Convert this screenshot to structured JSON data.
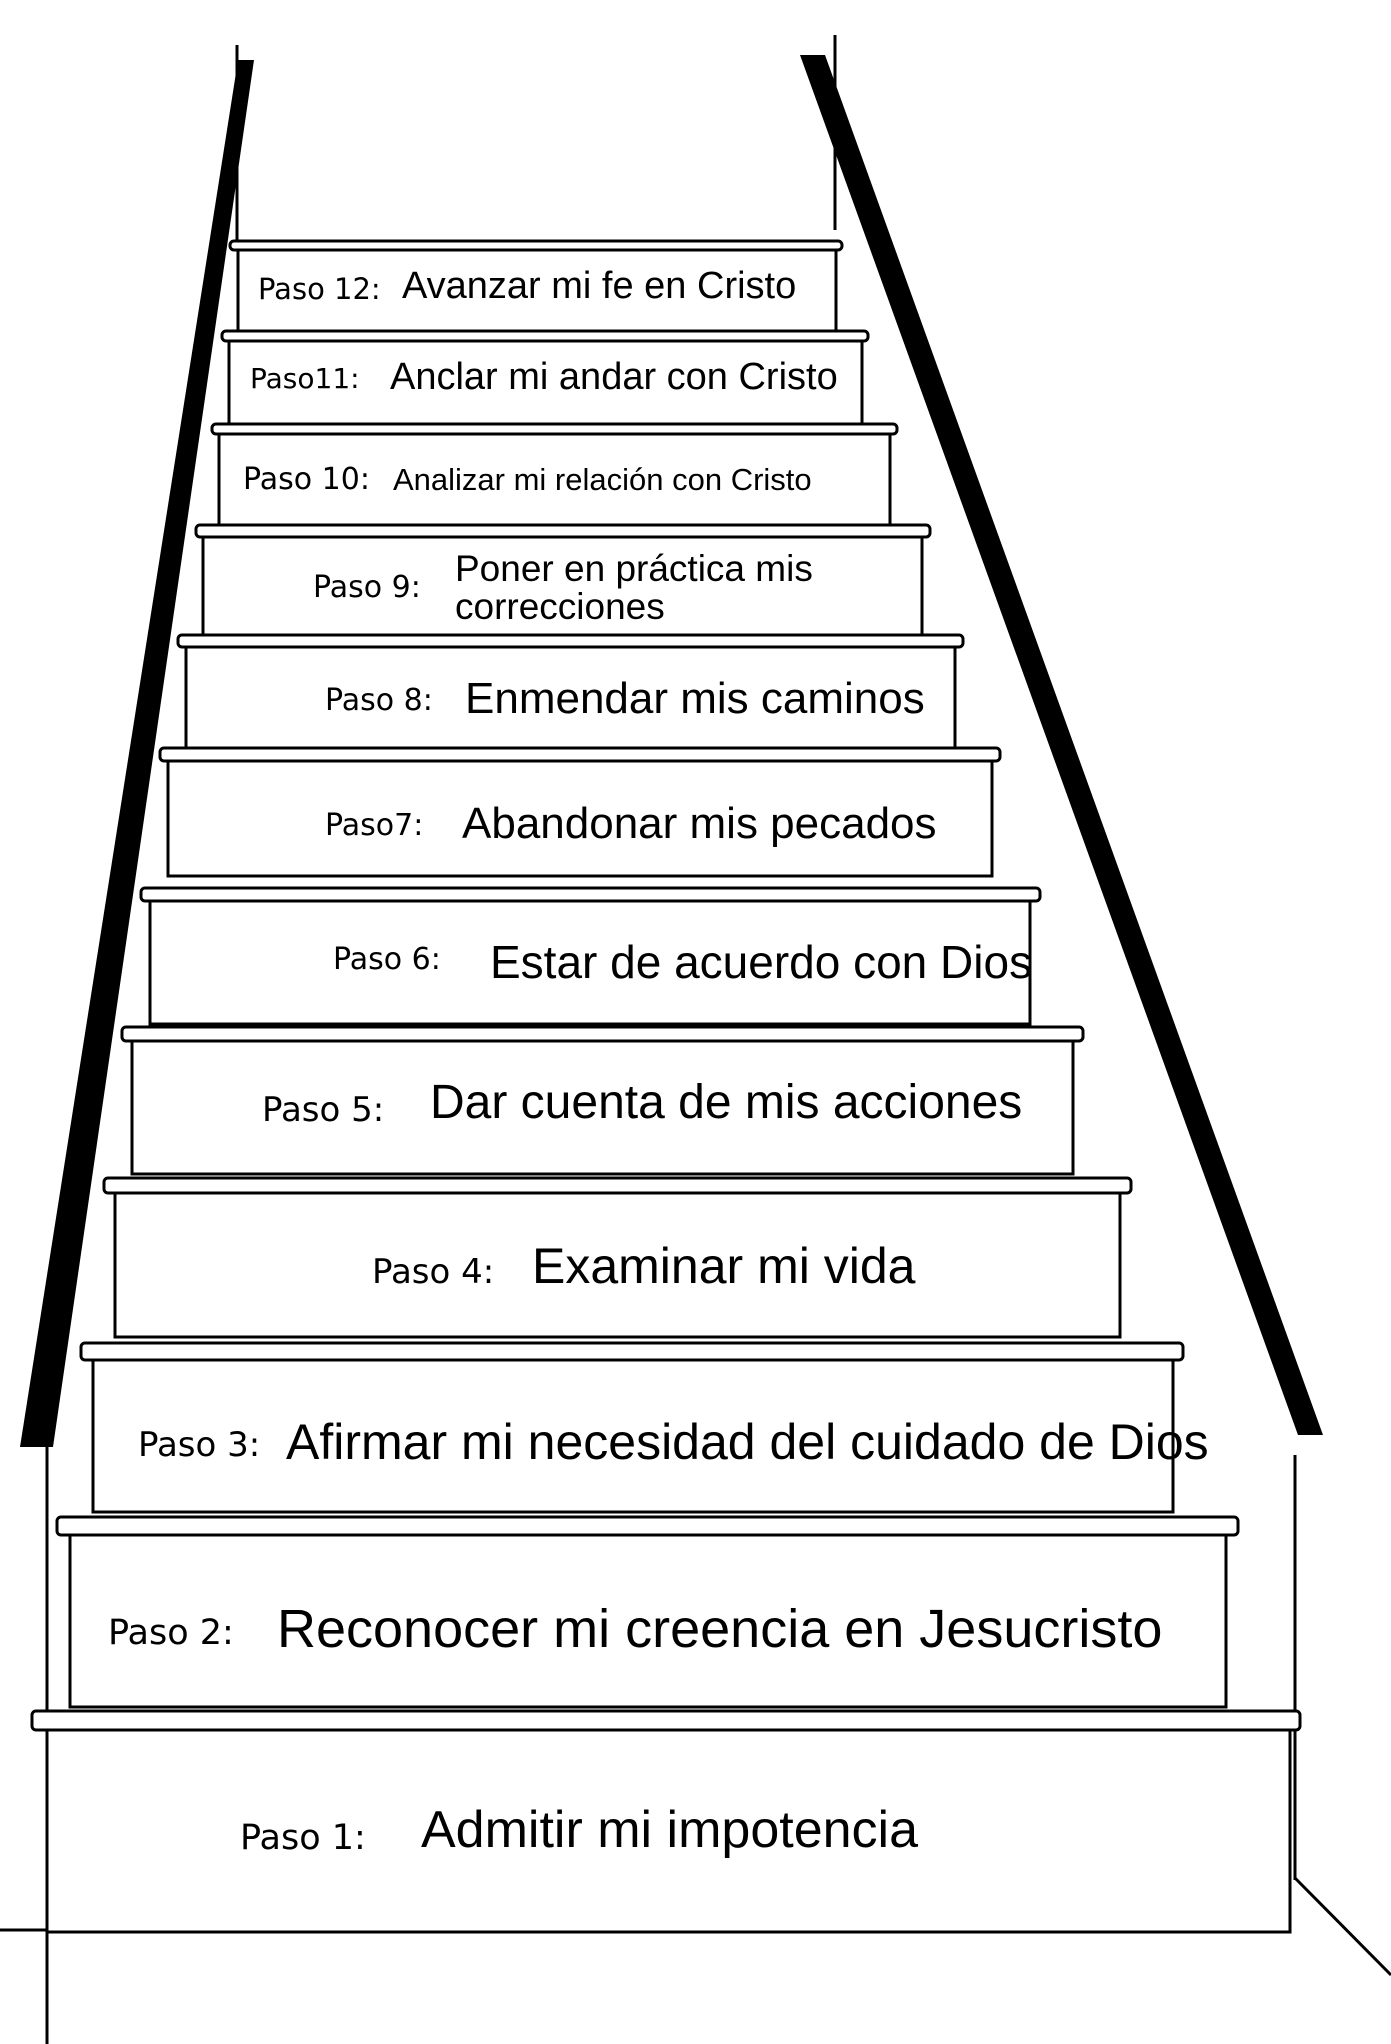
{
  "staircase": {
    "steps": [
      {
        "label": "Paso 12:",
        "title": "Avanzar mi fe en Cristo"
      },
      {
        "label": "Paso11:",
        "title": "Anclar mi andar con Cristo"
      },
      {
        "label": "Paso 10:",
        "title": "Analizar mi relación con Cristo"
      },
      {
        "label": "Paso 9:",
        "title": "Poner en práctica mis",
        "title2": "correcciones"
      },
      {
        "label": "Paso  8:",
        "title": "Enmendar mis caminos"
      },
      {
        "label": "Paso7:",
        "title": "Abandonar mis pecados"
      },
      {
        "label": "Paso   6:",
        "title": "Estar de acuerdo con Dios"
      },
      {
        "label": "Paso 5:",
        "title": "Dar cuenta de mis acciones"
      },
      {
        "label": "Paso 4:",
        "title": "Examinar mi vida"
      },
      {
        "label": "Paso 3:",
        "title": "Afirmar mi necesidad del cuidado de Dios"
      },
      {
        "label": "Paso  2:",
        "title": "Reconocer mi creencia en Jesucristo"
      },
      {
        "label": "Paso  1:",
        "title": "Admitir mi impotencia"
      }
    ]
  },
  "colors": {
    "ink": "#000000",
    "paper": "#ffffff"
  }
}
